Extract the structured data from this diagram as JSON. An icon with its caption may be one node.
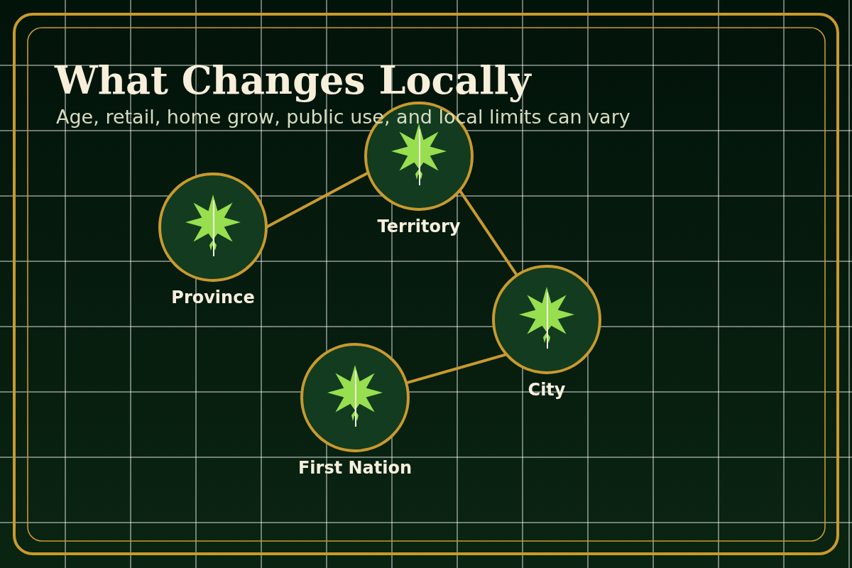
{
  "diagram": {
    "title": "What Changes Locally",
    "caption": "Age, retail, home grow, public use, and local limits can vary",
    "nodes": [
      {
        "text": [
          "Province"
        ]
      },
      {
        "text": [
          "Territory"
        ]
      },
      {
        "text": [
          "City"
        ]
      },
      {
        "text": [
          "First Nation"
        ]
      }
    ],
    "edges": [
      {
        "from": 0,
        "to": 1,
        "arrow": "none"
      },
      {
        "from": 1,
        "to": 2,
        "arrow": "none"
      },
      {
        "from": 2,
        "to": 3,
        "arrow": "none"
      }
    ]
  }
}
